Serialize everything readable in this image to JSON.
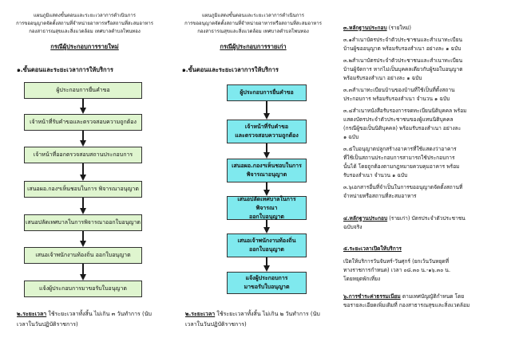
{
  "header": {
    "line1": "แผนภูมิแสดงขั้นตอนและระยะเวลาการดำเนินการ",
    "line2": "การขออนุญาตจัดตั้งสถานที่จำหน่ายอาหารหรือสถานที่สะสมอาหาร",
    "line3": "กองสาธารณสุขและสิ่งแวดล้อม เทศบาลตำบลโพนทอง"
  },
  "col1": {
    "case_title": "กรณีผู้ประกอบการรายใหม่",
    "section_title": "๑.ขั้นตอนและระยะเวลาการให้บริการ",
    "steps": [
      "ผู้ประกอบการยื่นคำขอ",
      "เจ้าหน้าที่รับคำขอและตรวจสอบความถูกต้อง",
      "เจ้าหน้าที่ออกตรวจสอบสถานประกอบการ",
      "เสนอผอ.กองฯเห็นชอบในการ พิจารณาอนุญาต",
      "เสนอปลัดเทศบาลในการพิจารณาออกใบอนุญาต",
      "เสนอเจ้าพนักงานท้องถิ่น ออกใบอนุญาต",
      "แจ้งผู้ประกอบการมาขอรับใบอนุญาต"
    ],
    "footer_label": "๒.ระยะเวลา",
    "footer_text1": " ใช้ระยะเวลาทั้งสิ้น ไม่เกิน ๓ วันทำการ (นับ",
    "footer_text2": "เวลาในวันปฏิบัติราชการ)"
  },
  "col2": {
    "case_title": "กรณีผู้ประกอบการรายเก่า",
    "section_title": "๑.ขั้นตอนและระยะเวลาการให้บริการ",
    "steps": [
      [
        "ผู้ประกอบการยื่นคำขอ",
        ""
      ],
      [
        "เจ้าหน้าที่รับคำขอ",
        "และตรวจสอบความถูกต้อง"
      ],
      [
        "เสนอผอ.กองฯเห็นชอบในการ",
        "พิจารณาอนุญาต"
      ],
      [
        "เสนอปลัดเทศบาลในการพิจารณา",
        "ออกใบอนุญาต"
      ],
      [
        "เสนอเจ้าพนักงานท้องถิ่น",
        "ออกใบอนุญาต"
      ],
      [
        "แจ้งผู้ประกอบการ",
        "มาขอรับใบอนุญาต"
      ]
    ],
    "footer_label": "๒.ระยะเวลา",
    "footer_text1": " ใช้ระยะเวลาทั้งสิ้น ไม่เกิน ๒ วันทำการ (นับ",
    "footer_text2": "เวลาในวันปฏิบัติราชการ)"
  },
  "col3": {
    "lines": [
      {
        "t": "๓.หลักฐานประกอบ (รายใหม่)",
        "b": true
      },
      {
        "t": "  ๓.๑สำเนาบัตรประจำตัวประชาชนและสำเนาทะเบียน",
        "b": false
      },
      {
        "t": "บ้านผู้ขออนุญาต พร้อมรับรองสำเนา อย่างละ ๑ ฉบับ",
        "b": false
      },
      {
        "t": "  ๓.๒สำเนาบัตรประจำตัวประชาชนและสำเนาทะเบียน",
        "b": false
      },
      {
        "t": "บ้านผู้จัดการ หากไม่เป็นบุคคลเดียวกับผู้ขอใบอนุญาต",
        "b": false
      },
      {
        "t": "     พร้อมรับรองสำเนา  อย่างละ ๑ ฉบับ",
        "b": false
      },
      {
        "t": "  ๓.๓สำเนาทะเบียนบ้านของบ้านที่ใช้เป็นที่ตั้งสถาน",
        "b": false
      },
      {
        "t": "ประกอบการ พร้อมรับรองสำเนา จำนวน ๑ ฉบับ",
        "b": false
      },
      {
        "t": "  ๓.๔สำเนาหนังสือรับรองการจดทะเบียนนิติบุคคล พร้อม",
        "b": false
      },
      {
        "t": "แสดงบัตรประจำตัวประชาชนของผู้แทนนิติบุคคล",
        "b": false
      },
      {
        "t": "   (กรณีผู้ขอเป็นนิติบุคคล) พร้อมรับรองสำเนา อย่างละ",
        "b": false
      },
      {
        "t": "   ๑ ฉบับ",
        "b": false
      },
      {
        "t": "  ๓.๕ใบอนุญาตปลูกสร้างอาคารที่ใช้แสดงว่าอาคาร",
        "b": false
      },
      {
        "t": "ที่ใช้เป็นสถานประกอบการสามารถใช้ประกอบการ",
        "b": false
      },
      {
        "t": "   นั้นได้ โดยถูกต้องตามกฎหมายควบคุมอาคาร พร้อม",
        "b": false
      },
      {
        "t": "รับรองสำเนา จำนวน ๑ ฉบับ",
        "b": false
      },
      {
        "t": "  ๓.๖เอกสารอื่นที่จำเป็นในการขออนุญาตจัดตั้งสถานที่",
        "b": false
      },
      {
        "t": "จำหน่ายหรือสถานที่สะสมอาหาร",
        "b": false
      },
      {
        "t": "๔.หลักฐานประกอบ (รายเก่า)  บัตรประจำตัวประชาชน",
        "b": true
      },
      {
        "t": "ฉบับจริง",
        "b": false
      },
      {
        "t": "๕.ระยะเวลาเปิดให้บริการ",
        "b": true
      },
      {
        "t": "            เปิดให้บริการวันจันทร์-วันศุกร์ (ยกเว้นวันหยุดที่",
        "b": false
      },
      {
        "t": "ทางราชการกำหนด)  เวลา ๐๘.๓๐ น.-๑๖.๓๐ น.",
        "b": false
      },
      {
        "t": "โดยหยุดพักเที่ยง",
        "b": false
      },
      {
        "t": "๖.การชำระค่าธรรมเนียม ตามเทศบัญญัติกำหนด  โดย",
        "b": true
      },
      {
        "t": "ขอรายละเอียดเพิ่มเติมที่ กองสาธารณสุขและสิ่งแวดล้อม",
        "b": false
      }
    ]
  },
  "colors": {
    "green": "#dff5cf",
    "cyan": "#7fe9ee"
  }
}
